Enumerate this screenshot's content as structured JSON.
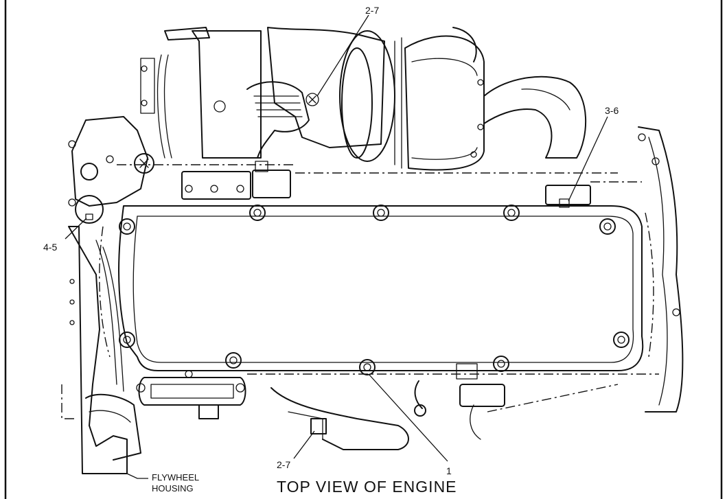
{
  "diagram": {
    "title": "TOP VIEW OF ENGINE",
    "note_line1": "FLYWHEEL",
    "note_line2": "HOUSING",
    "callouts": {
      "top_turbo": "2-7",
      "right_sensor": "3-6",
      "left_port": "4-5",
      "bottom_drain": "2-7",
      "bottom_bolt": "1"
    }
  }
}
